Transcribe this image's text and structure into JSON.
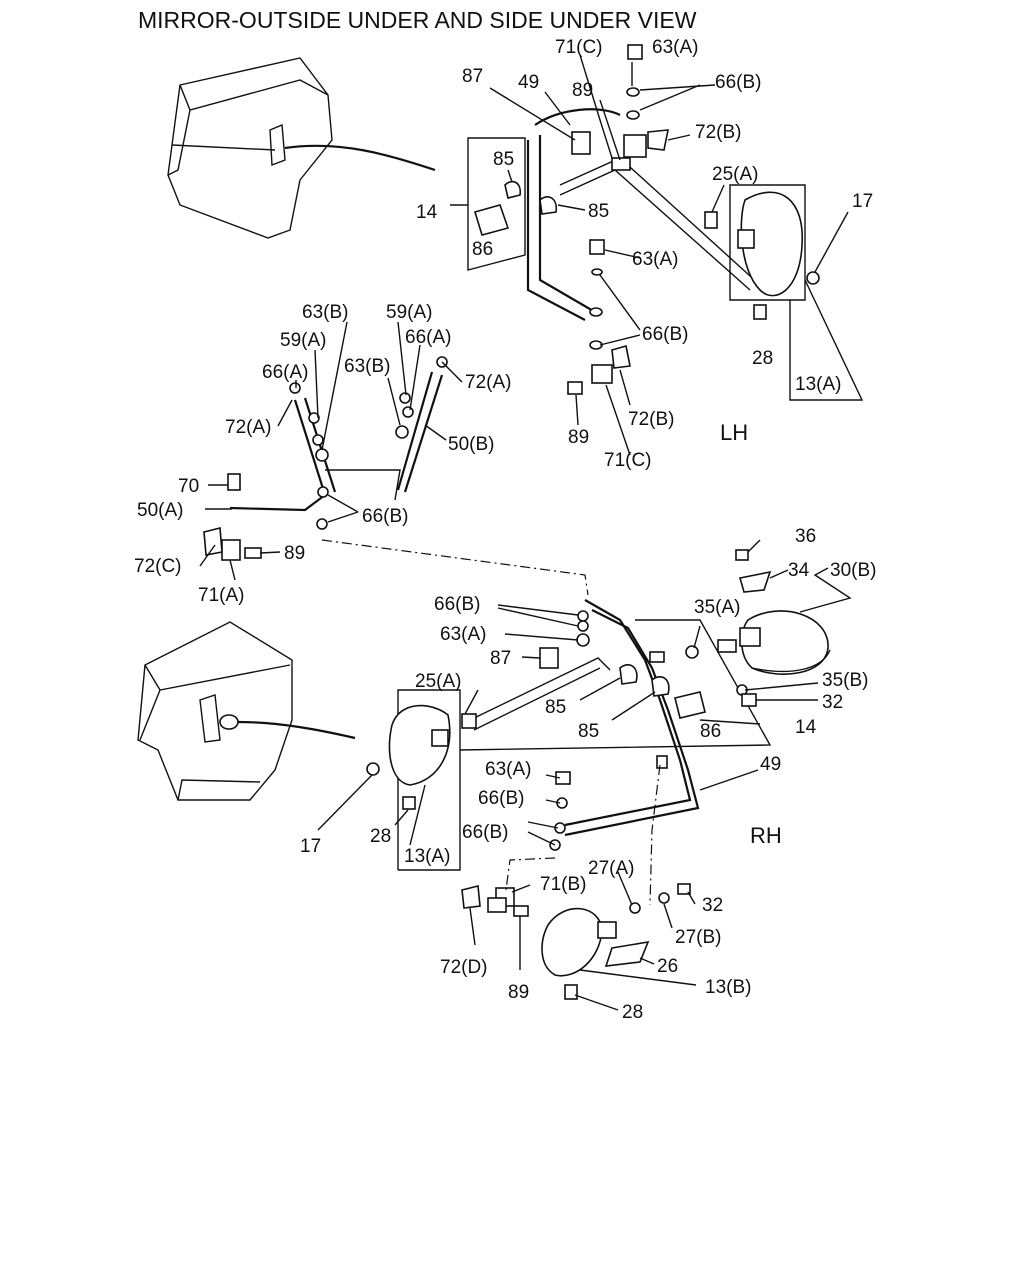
{
  "title": "MIRROR-OUTSIDE  UNDER AND SIDE UNDER VIEW",
  "sides": {
    "lh": "LH",
    "rh": "RH"
  },
  "labels": {
    "l_71c_top": "71(C)",
    "l_63a_top": "63(A)",
    "l_87_top": "87",
    "l_49_top": "49",
    "l_89_top": "89",
    "l_66b_top": "66(B)",
    "l_72b_top": "72(B)",
    "l_85_a": "85",
    "l_25a_top": "25(A)",
    "l_17_top": "17",
    "l_14_top": "14",
    "l_85_b": "85",
    "l_86_top": "86",
    "l_63a_mid": "63(A)",
    "l_66b_mid": "66(B)",
    "l_28_top": "28",
    "l_13a_top": "13(A)",
    "l_72b_mid": "72(B)",
    "l_89_mid": "89",
    "l_71c_mid": "71(C)",
    "l_63b_a": "63(B)",
    "l_59a_a": "59(A)",
    "l_59a_b": "59(A)",
    "l_66a_b": "66(A)",
    "l_63b_b": "63(B)",
    "l_66a_a": "66(A)",
    "l_72a_b": "72(A)",
    "l_72a_a": "72(A)",
    "l_50b": "50(B)",
    "l_70": "70",
    "l_50a": "50(A)",
    "l_66b_left": "66(B)",
    "l_72c": "72(C)",
    "l_89_left": "89",
    "l_71a": "71(A)",
    "l_36": "36",
    "l_34": "34",
    "l_30b": "30(B)",
    "l_66b_rh": "66(B)",
    "l_35a": "35(A)",
    "l_63a_rh": "63(A)",
    "l_87_rh": "87",
    "l_25a_rh": "25(A)",
    "l_35b": "35(B)",
    "l_32_a": "32",
    "l_85_c": "85",
    "l_85_d": "85",
    "l_86_rh": "86",
    "l_14_rh": "14",
    "l_49_rh": "49",
    "l_63a_rh2": "63(A)",
    "l_66b_rh2": "66(B)",
    "l_66b_rh3": "66(B)",
    "l_17_rh": "17",
    "l_28_rh": "28",
    "l_13a_rh": "13(A)",
    "l_27a": "27(A)",
    "l_71b": "71(B)",
    "l_32_b": "32",
    "l_27b": "27(B)",
    "l_26": "26",
    "l_72d": "72(D)",
    "l_89_rh": "89",
    "l_13b": "13(B)",
    "l_28_rh2": "28"
  }
}
